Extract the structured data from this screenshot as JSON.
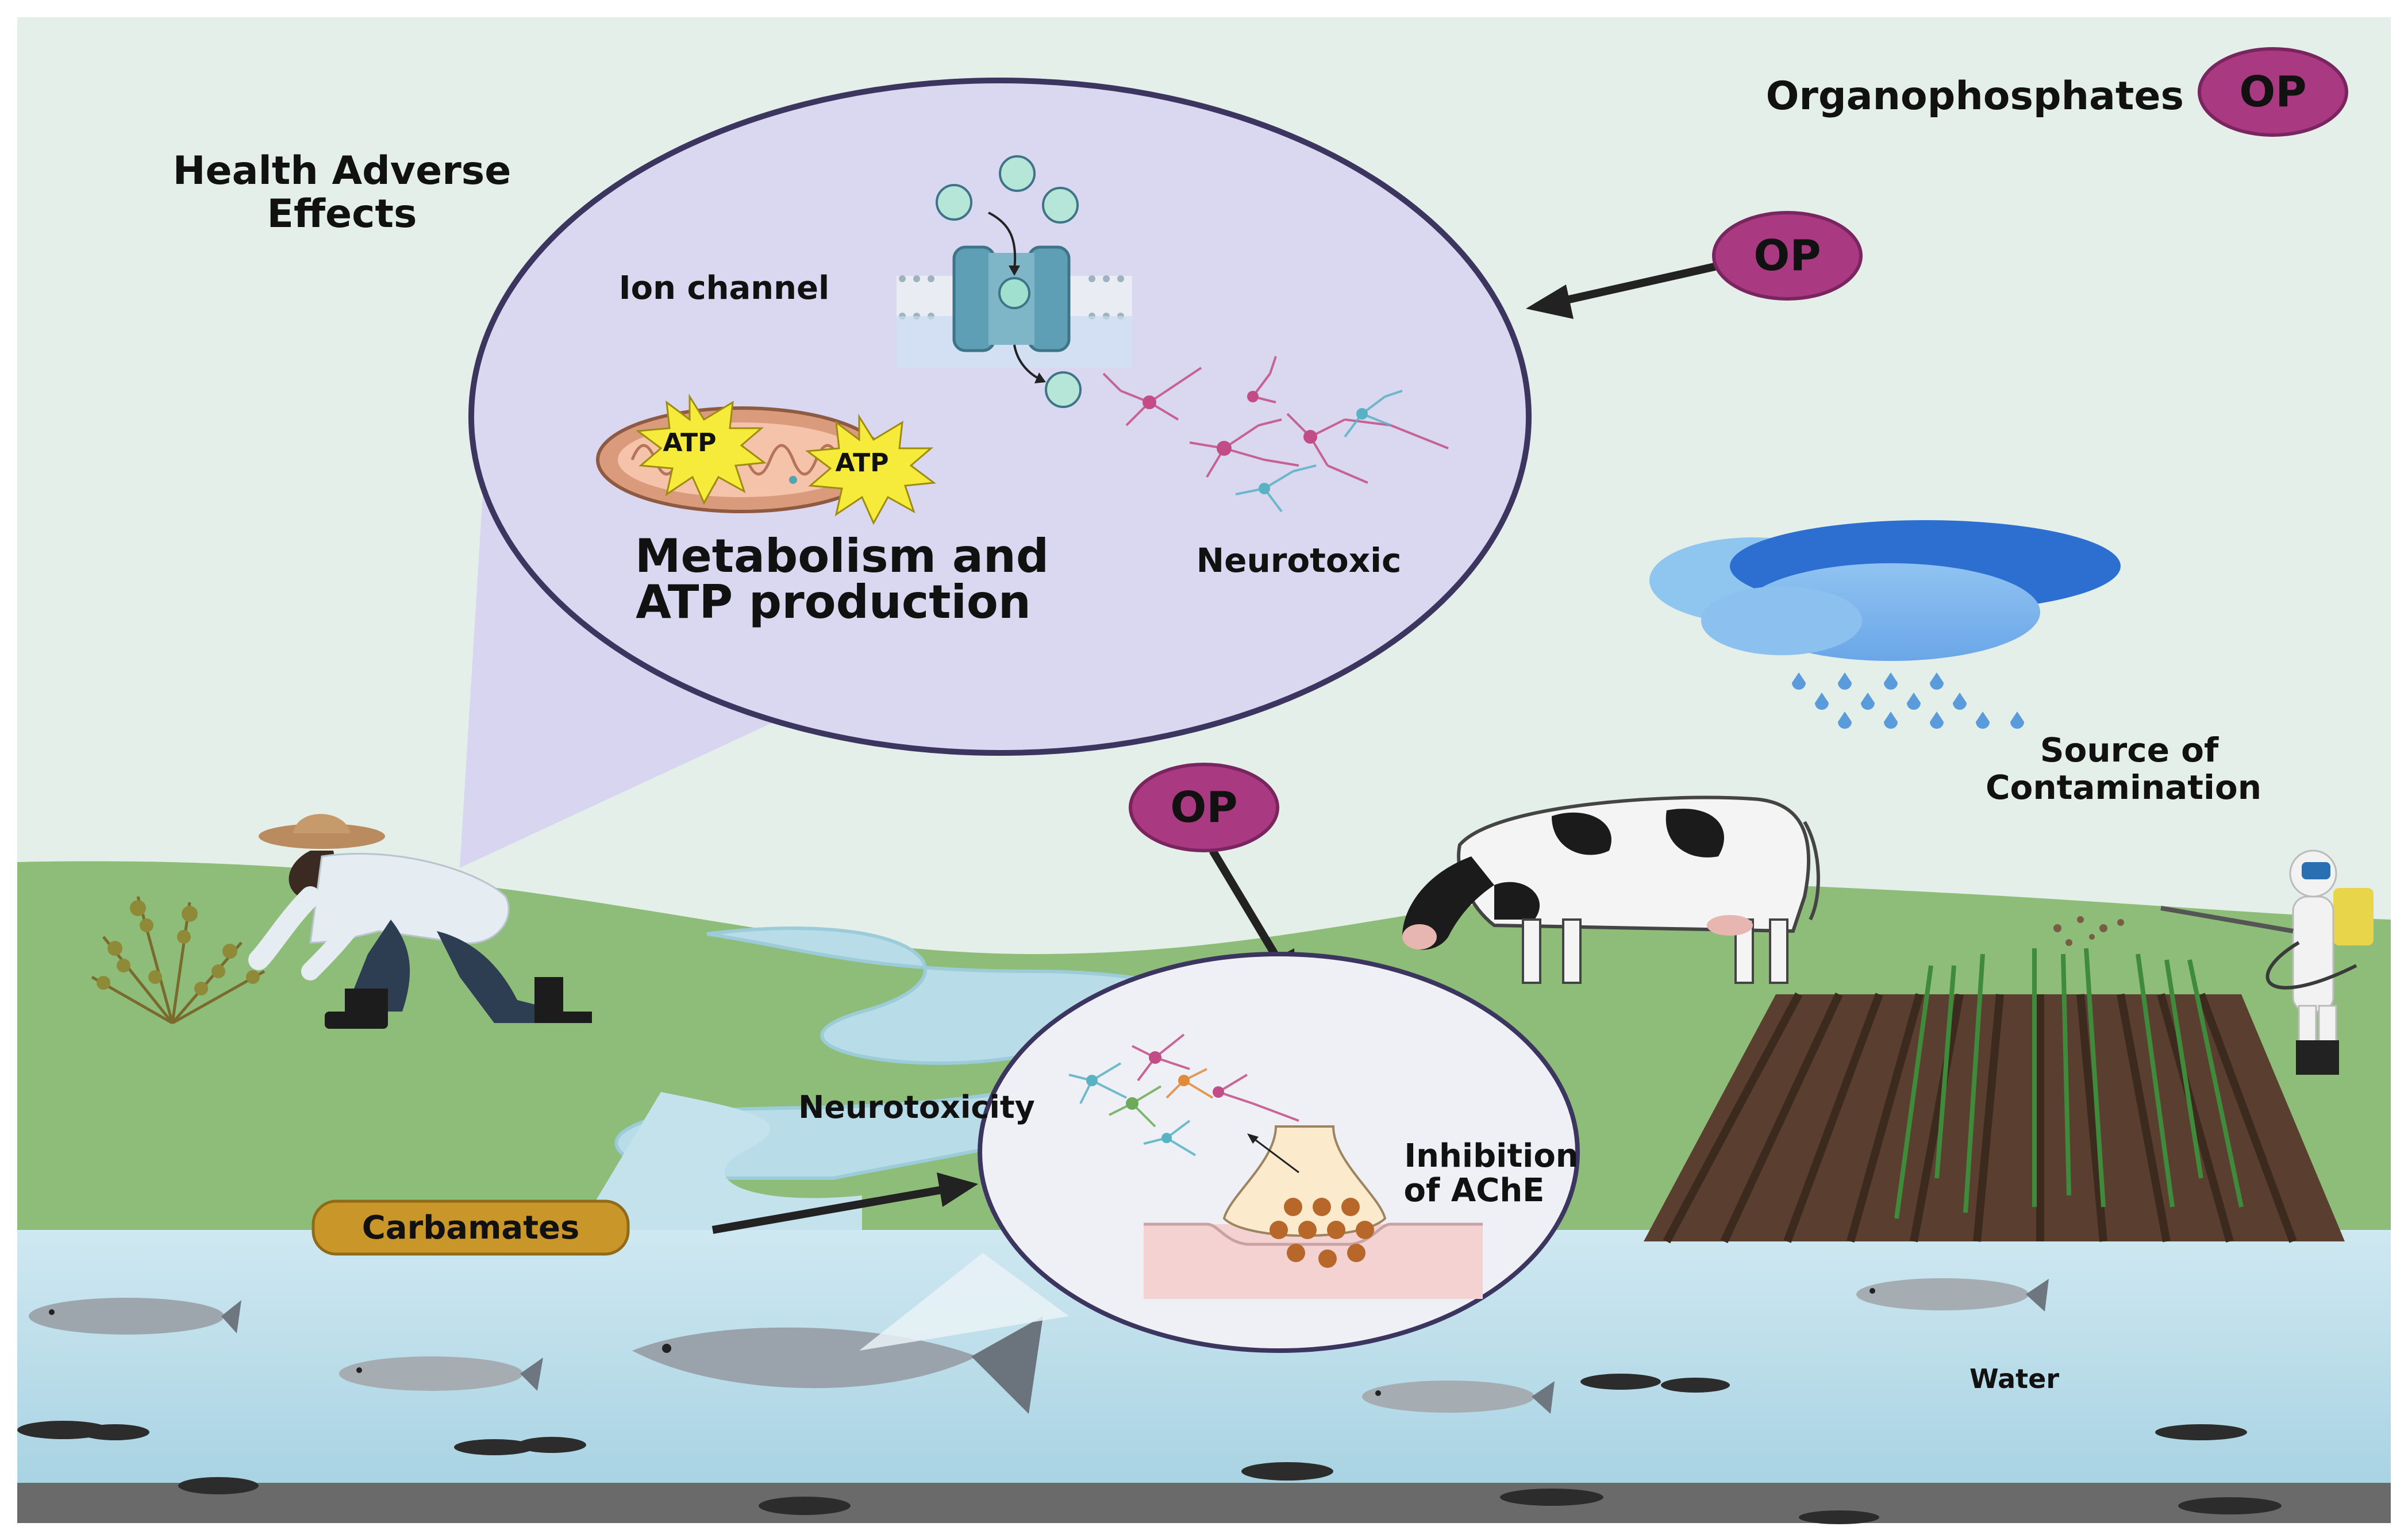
{
  "labels": {
    "legend_word": "Organophosphates",
    "op_badge": "OP",
    "health_title_line1": "Health Adverse",
    "health_title_line2": "Effects",
    "ion_channel": "Ion channel",
    "atp": "ATP",
    "metabolism_line1": "Metabolism and",
    "metabolism_line2": "ATP production",
    "neurotoxic": "Neurotoxic",
    "source_line1": "Source of",
    "source_line2": "Contamination",
    "neurotoxicity": "Neurotoxicity",
    "inhibition_line1": "Inhibition",
    "inhibition_line2": "of AChE",
    "carbamates": "Carbamates",
    "water": "Water"
  },
  "colors": {
    "sky": "#e3efe9",
    "field": "#8fbf7a",
    "river": "#bde0ea",
    "water": "#c4e2ec",
    "lens": "#dcd9f1",
    "lens_border": "#3c3560",
    "op_badge": "#a93a82",
    "carbamates_badge": "#c9962a",
    "rain_cloud": "#5d9bdc",
    "soil": "#5a3e2f"
  },
  "icons": [
    "farmer-icon",
    "cow-icon",
    "rain-cloud-icon",
    "sprayer-person-icon",
    "crop-field-icon",
    "fish-icon",
    "mitochondria-icon",
    "neuron-icon",
    "ion-channel-icon",
    "synapse-icon",
    "plant-icon"
  ]
}
